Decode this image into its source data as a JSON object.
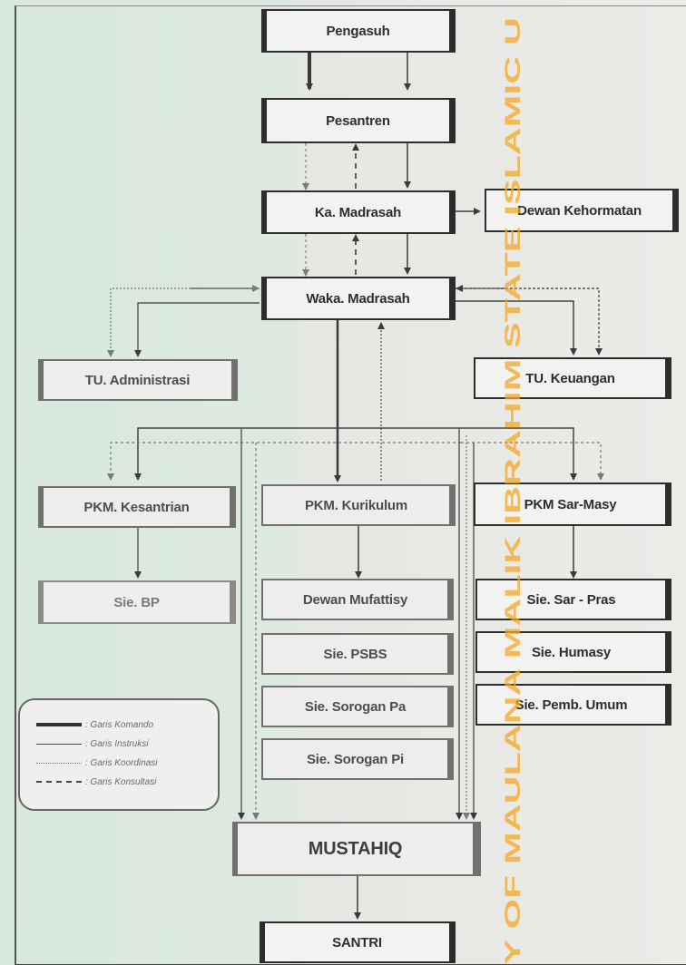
{
  "boxes": {
    "pengasuh": "Pengasuh",
    "pesantren": "Pesantren",
    "ka_madrasah": "Ka. Madrasah",
    "dewan_kehormatan": "Dewan Kehormatan",
    "waka_madrasah": "Waka. Madrasah",
    "tu_administrasi": "TU. Administrasi",
    "tu_keuangan": "TU. Keuangan",
    "pkm_kesantrian": "PKM. Kesantrian",
    "pkm_kurikulum": "PKM. Kurikulum",
    "pkm_sar_masy": "PKM Sar-Masy",
    "sie_bp": "Sie. BP",
    "dewan_mufattisy": "Dewan Mufattisy",
    "sie_psbs": "Sie. PSBS",
    "sie_sorogan_pa": "Sie. Sorogan Pa",
    "sie_sorogan_pi": "Sie. Sorogan Pi",
    "sie_sar_pras": "Sie. Sar - Pras",
    "sie_humasy": "Sie. Humasy",
    "sie_pemb_umum": "Sie. Pemb. Umum",
    "mustahiq": "MUSTAHIQ",
    "santri": "SANTRI"
  },
  "legend": {
    "items": [
      {
        "label": ": Garis Komando",
        "style": "komando"
      },
      {
        "label": ": Garis Instruksi",
        "style": "instruksi"
      },
      {
        "label": ": Garis Koordinasi",
        "style": "koordinasi"
      },
      {
        "label": ": Garis Konsultasi",
        "style": "konsultasi"
      }
    ]
  },
  "watermark": {
    "text": "Y OF MAULANA MALIK IBRAHIM STATE ISLAMIC U",
    "color": "#f5a623"
  },
  "colors": {
    "line": "#3a3a3a",
    "box_border": "#2c2c2c",
    "box_border_grey": "#707070"
  }
}
